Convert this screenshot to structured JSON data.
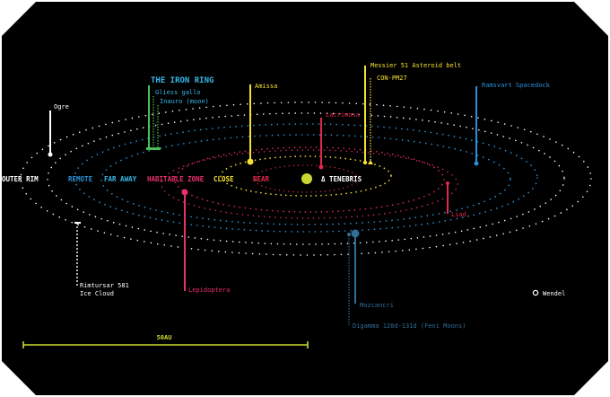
{
  "colors": {
    "background": "#000000",
    "frame": "#ffffff",
    "yellow": "#f5e130",
    "red": "#e0294a",
    "pink": "#e8306a",
    "blue": "#2a8fd6",
    "cyan": "#38b7e8",
    "green": "#4bbd5a",
    "white": "#ffffff",
    "olive": "#c8d830",
    "steel": "#2f6e96"
  },
  "zones": {
    "outer_rim": "OUTER RIM",
    "remote": "REMOTE",
    "far_away": "FAR AWAY",
    "habitable": "HABITABLE ZONE",
    "close": "CLOSE",
    "near": "NEAR",
    "star": "Δ TENEBRIS"
  },
  "objects": {
    "iron_ring": "THE IRON RING",
    "gliess_gallo": "Gliess gallo",
    "inauro": "Inauro (moon)",
    "ogre": "Ogre",
    "amissa": "Amissa",
    "messier": "Messier 51 Asteroid belt",
    "con_pm27": "CON-PM27",
    "ramsvart": "Ramsvart Spacedock",
    "lacrimosa": "Lacrimosa",
    "liad": "Liad",
    "lepidoptera": "Lepidoptera",
    "rimtursar_1": "Rimtursar 581",
    "rimtursar_2": "Ice Cloud",
    "mozcancri": "Mozcancri",
    "digamma": "Digamma 128d-131d (Feni Moons)",
    "wendel": "Wendel"
  },
  "scale": {
    "label": "50AU"
  }
}
